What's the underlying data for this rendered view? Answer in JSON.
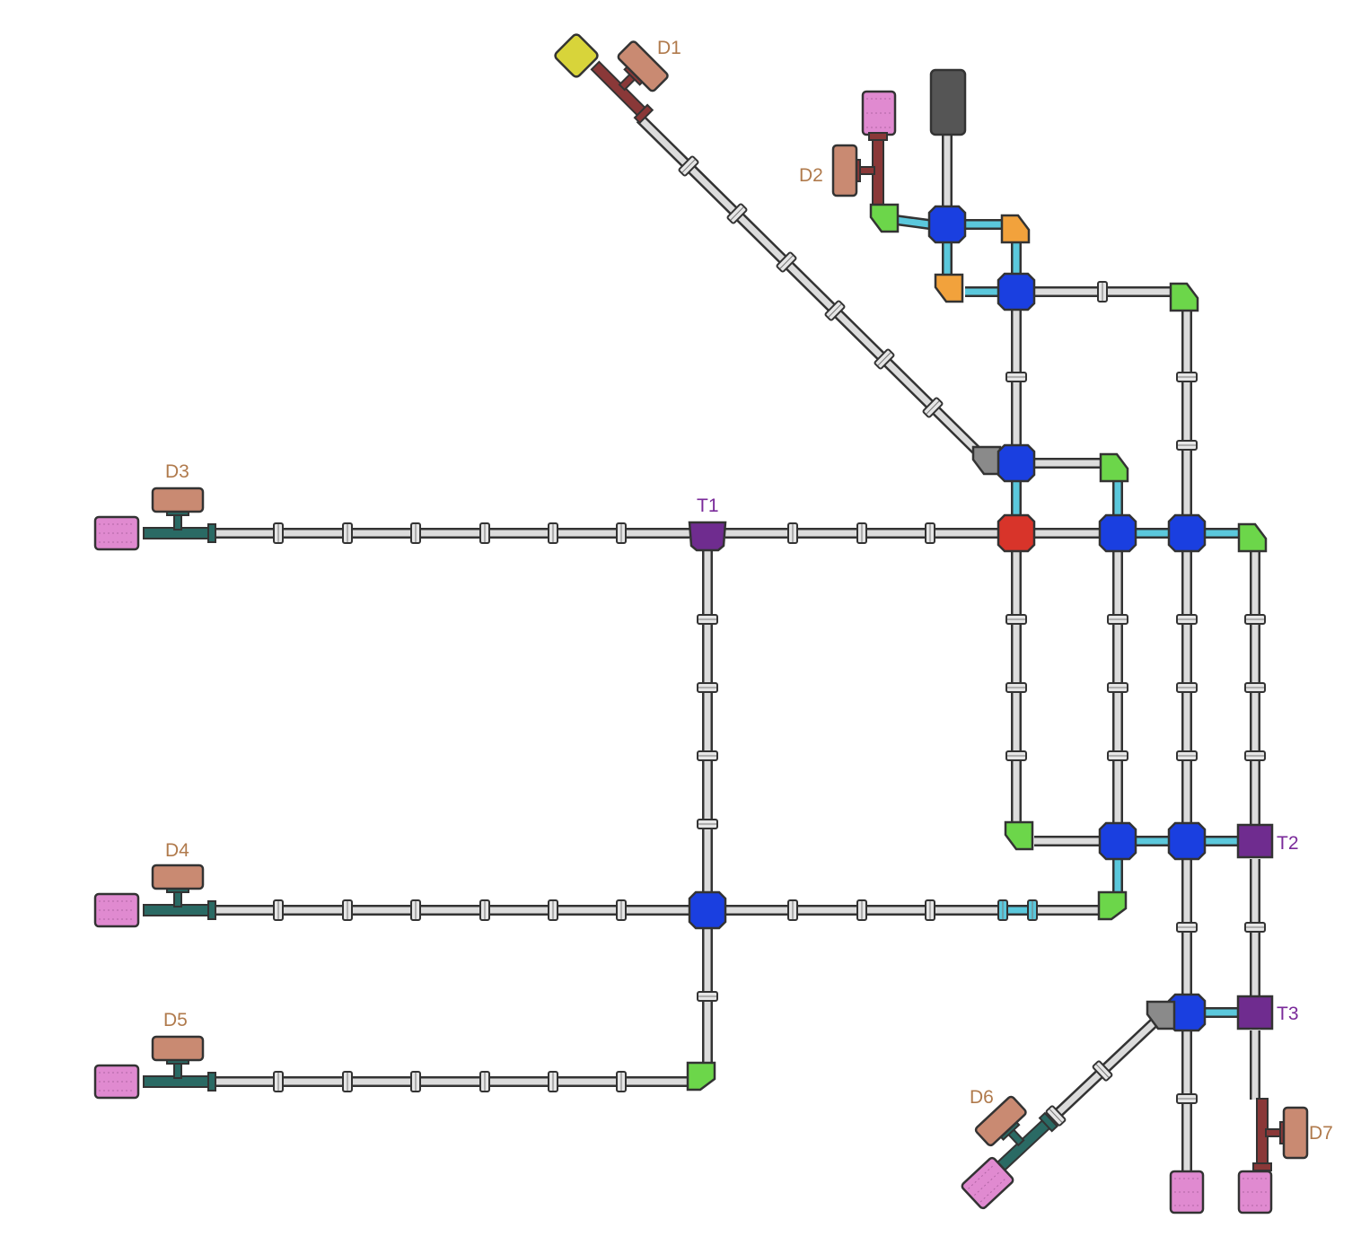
{
  "diagram": {
    "labels": {
      "d1": "D1",
      "d2": "D2",
      "d3": "D3",
      "d4": "D4",
      "d5": "D5",
      "d6": "D6",
      "d7": "D7",
      "t1": "T1",
      "t2": "T2",
      "t3": "T3"
    },
    "colors": {
      "pipe": "#dcdcdc",
      "pipe_outline": "#333333",
      "cyan_connector": "#5bc8dc",
      "junction_blue": "#1a3fe0",
      "junction_red": "#d8342a",
      "tank_purple": "#6f2c8f",
      "elbow_green": "#6cd64a",
      "elbow_orange": "#f2a23c",
      "elbow_gray": "#8a8a8a",
      "valve_handle": "#c98a72",
      "valve_body_teal": "#2a6a64",
      "valve_body_red": "#8a3838",
      "outlet_pink": "#e08ad0",
      "source_yellow": "#d8d43a",
      "source_gray": "#555555",
      "label_brown": "#b07a4c",
      "label_purple": "#7a2a9a"
    }
  }
}
